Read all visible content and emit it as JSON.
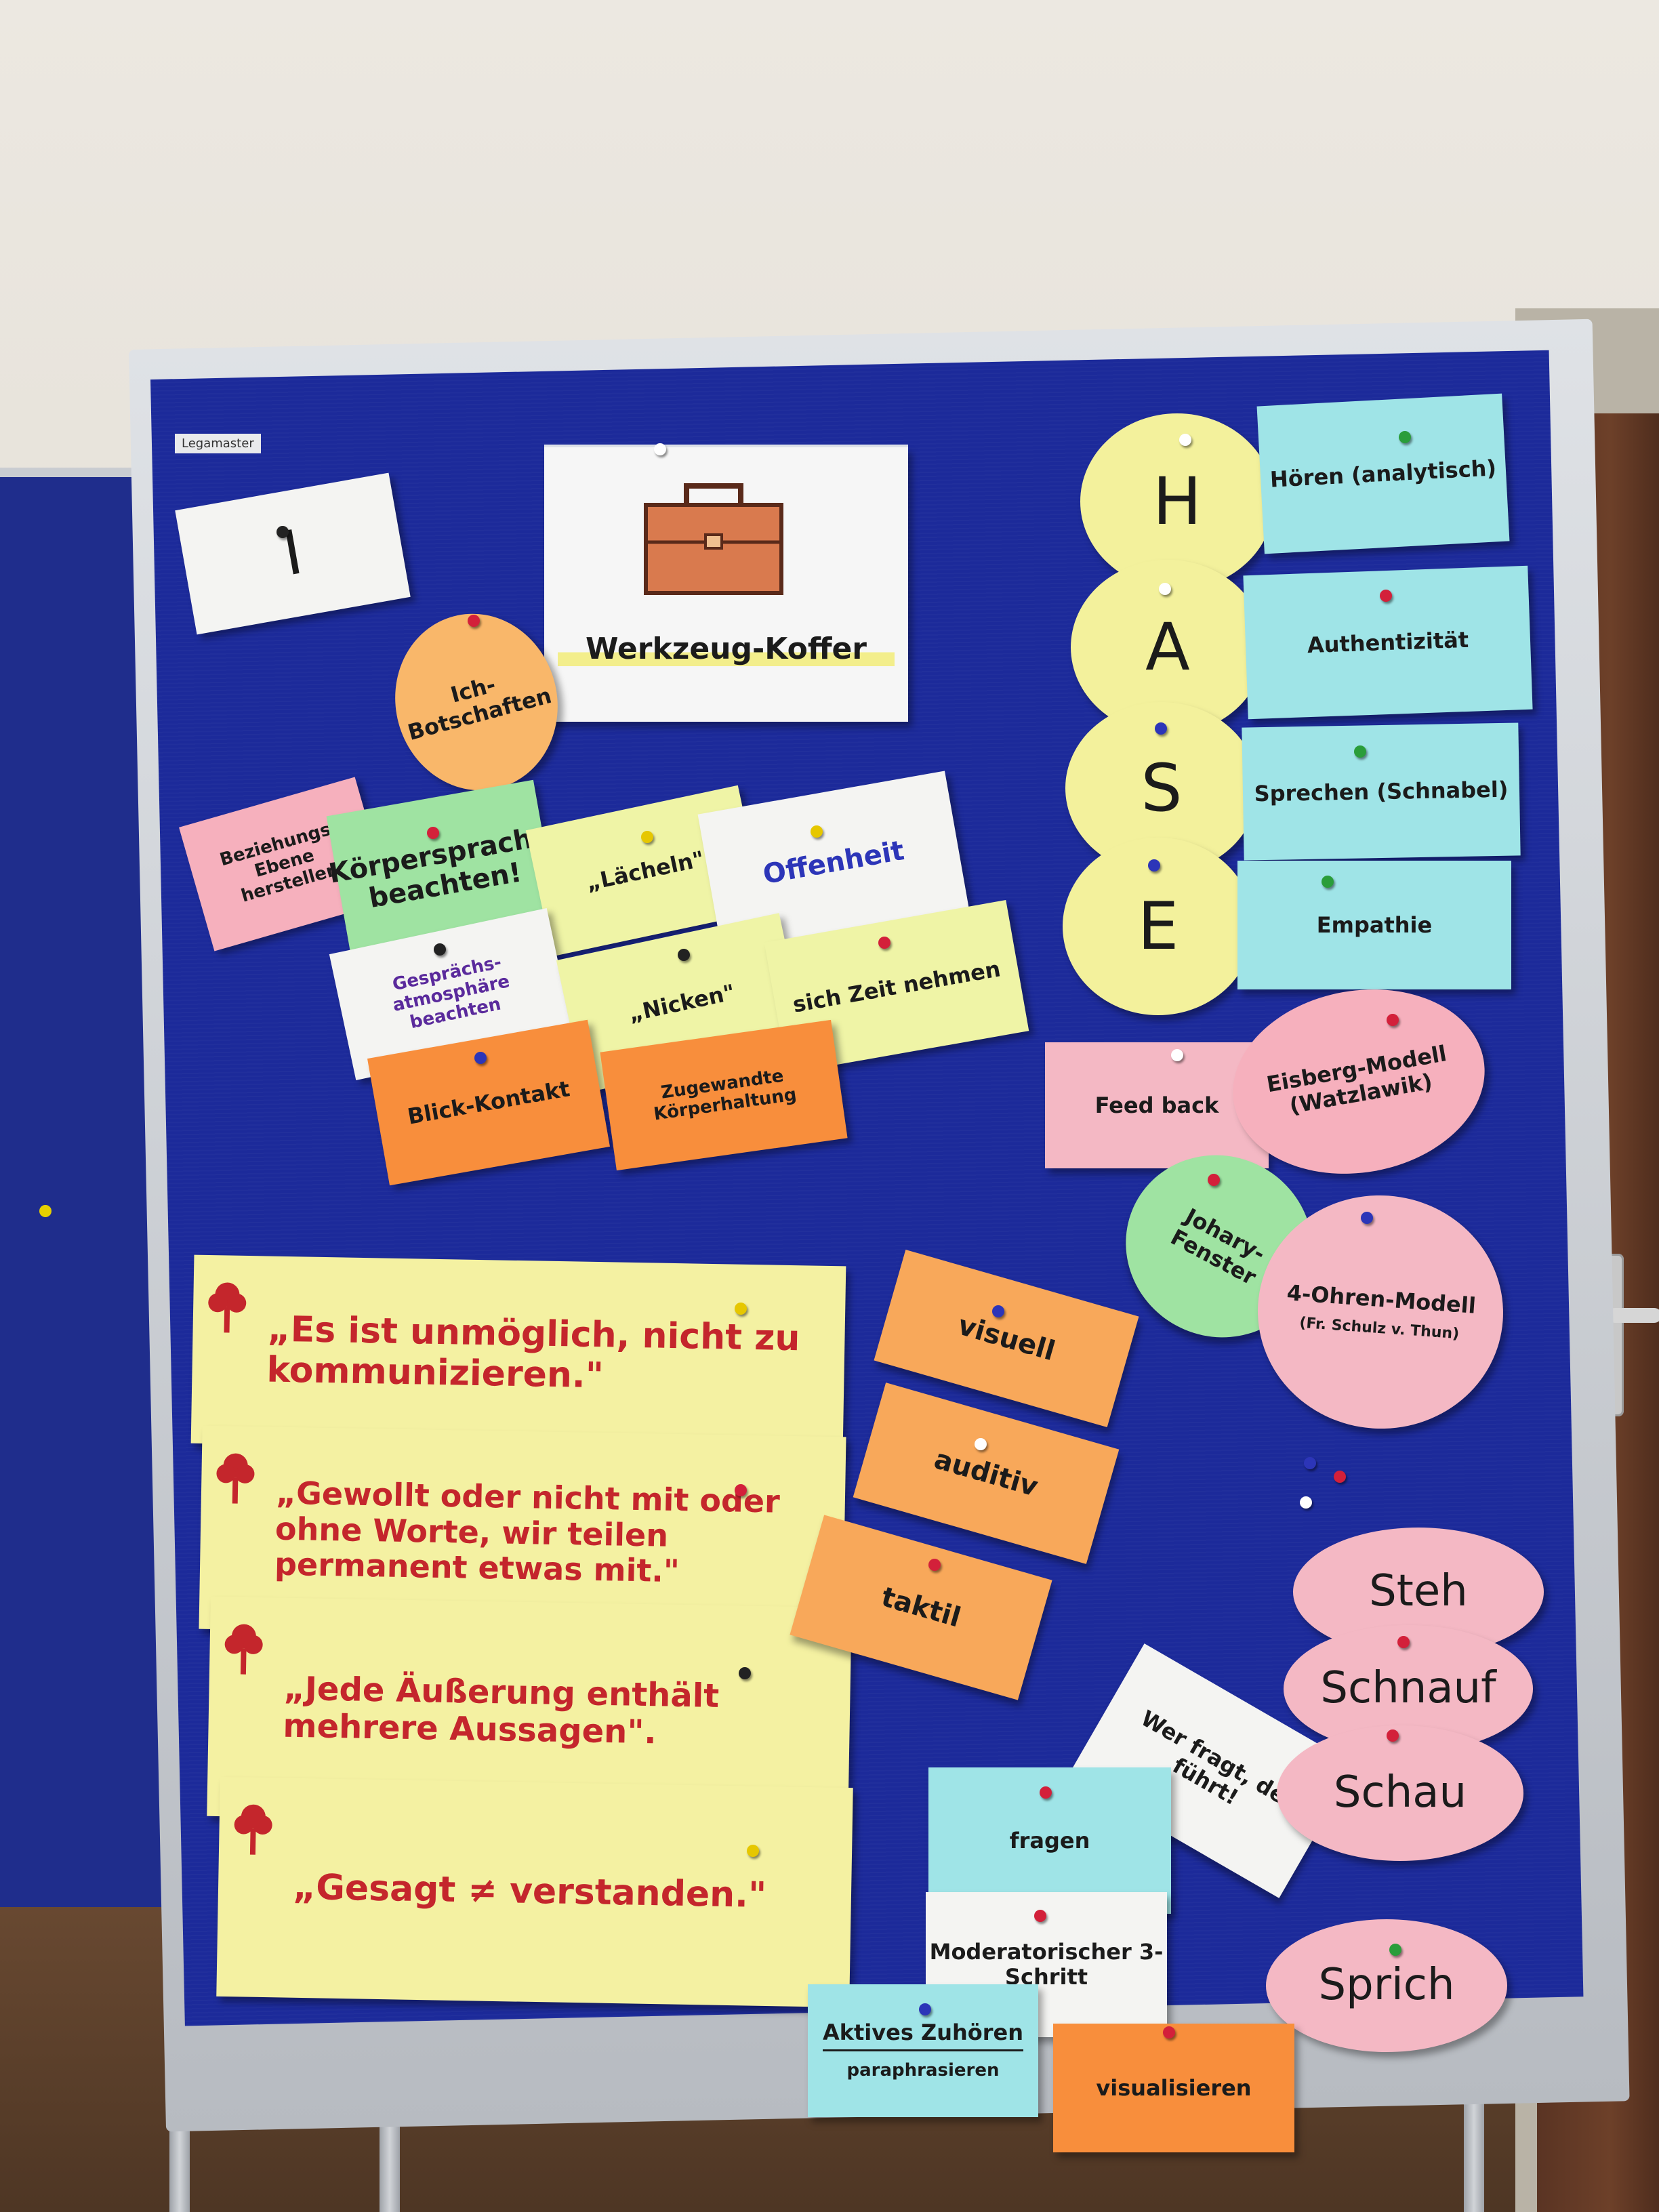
{
  "board_brand": "Legamaster",
  "toolbox": {
    "label": "Werkzeug-Koffer",
    "icon": "briefcase-icon"
  },
  "left_top": {
    "i_card": "I",
    "ich_botschaften": "Ich-Botschaften",
    "beziehung": "Beziehungs-Ebene herstellen",
    "koerpersprache": "Körpersprache beachten!",
    "laecheln": "„Lächeln\"",
    "offenheit": "Offenheit",
    "gespraech": "Gesprächs-atmosphäre beachten",
    "nicken": "„Nicken\"",
    "zeit": "sich Zeit nehmen",
    "blick": "Blick-Kontakt",
    "haltung": "Zugewandte Körperhaltung"
  },
  "hase": {
    "letters": [
      "H",
      "A",
      "S",
      "E"
    ],
    "labels": [
      "Hören (analytisch)",
      "Authentizität",
      "Sprechen (Schnabel)",
      "Empathie"
    ]
  },
  "feedback": {
    "feedback": "Feed back",
    "eisberg": "Eisberg-Modell (Watzlawik)",
    "johari": "Johary-Fenster",
    "vier_ohren": "4-Ohren-Modell",
    "vier_ohren_sub": "(Fr. Schulz v. Thun)"
  },
  "quotes": [
    "„Es ist unmöglich, nicht zu kommunizieren.\"",
    "„Gewollt oder nicht mit oder ohne Worte, wir teilen permanent etwas mit.\"",
    "„Jede Äußerung enthält mehrere Aussagen\".",
    "„Gesagt ≠ verstanden.\""
  ],
  "senses": [
    "visuell",
    "auditiv",
    "taktil"
  ],
  "bottom_right": {
    "steh": "Steh",
    "schnauf": "Schnauf",
    "schau": "Schau",
    "sprich": "Sprich",
    "wer_fragt": "Wer fragt, der führt!",
    "fragen": "fragen",
    "moderatorisch": "Moderatorischer 3-Schritt",
    "aktives_zuhoeren": "Aktives Zuhören",
    "paraphrasieren": "paraphrasieren",
    "visualisieren": "visualisieren"
  },
  "colors": {
    "board": "#1c2a9a",
    "pink": "#f6b0bd",
    "yellow": "#f3f19c",
    "cyan": "#9fe4e7",
    "orange": "#f8a85a",
    "green": "#9fe3a2",
    "quote_ink": "#c4262c"
  }
}
